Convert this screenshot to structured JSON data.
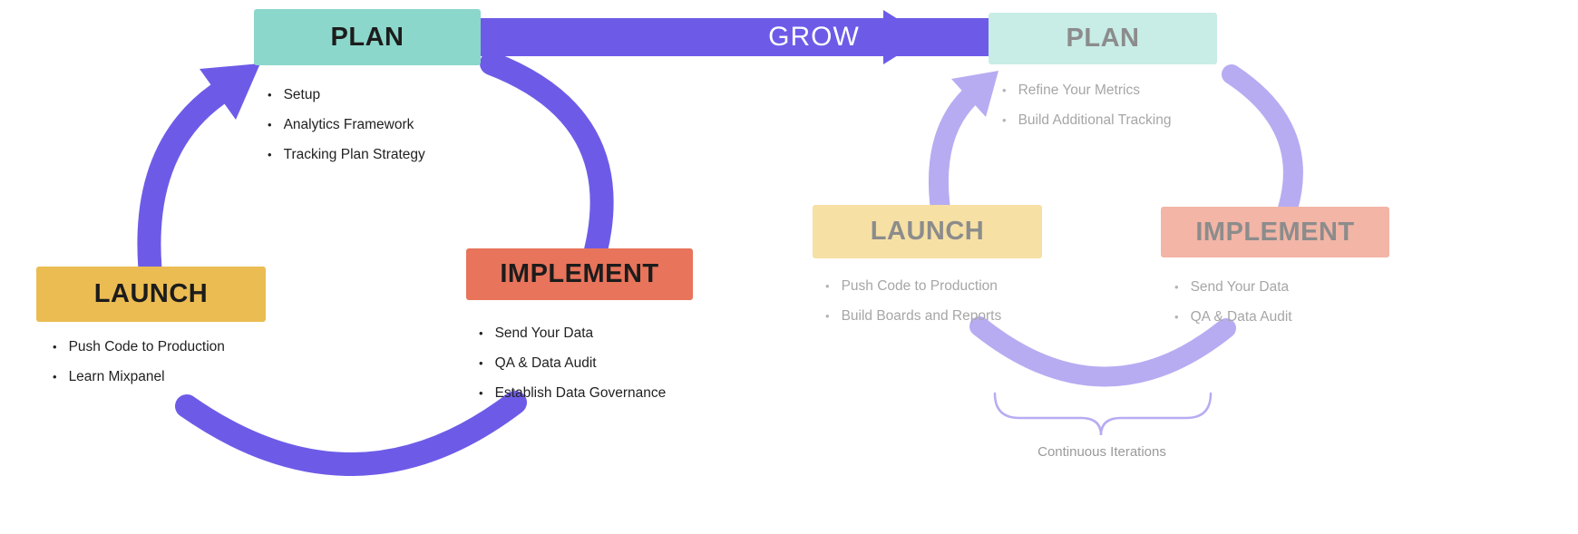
{
  "colors": {
    "cycle_arrow_primary": "#6D5BE8",
    "cycle_arrow_light": "#B7ACF2",
    "plan_box": "#8BD7CB",
    "plan_box_light": "#C8ECE6",
    "implement_box": "#E8745B",
    "implement_box_light": "#F2B5A6",
    "launch_box": "#EBBC52",
    "launch_box_light": "#F6E0A4"
  },
  "grow_arrow": {
    "label": "GROW"
  },
  "left_cycle": {
    "plan": {
      "label": "PLAN",
      "items": [
        "Setup",
        "Analytics Framework",
        "Tracking Plan Strategy"
      ]
    },
    "implement": {
      "label": "IMPLEMENT",
      "items": [
        "Send Your Data",
        "QA & Data Audit",
        "Establish Data Governance"
      ]
    },
    "launch": {
      "label": "LAUNCH",
      "items": [
        "Push Code to Production",
        "Learn Mixpanel"
      ]
    }
  },
  "right_cycle": {
    "plan": {
      "label": "PLAN",
      "items": [
        "Refine Your Metrics",
        "Build Additional Tracking"
      ]
    },
    "implement": {
      "label": "IMPLEMENT",
      "items": [
        "Send Your Data",
        "QA & Data Audit"
      ]
    },
    "launch": {
      "label": "LAUNCH",
      "items": [
        "Push Code to Production",
        "Build Boards and Reports"
      ]
    },
    "caption": "Continuous Iterations"
  }
}
